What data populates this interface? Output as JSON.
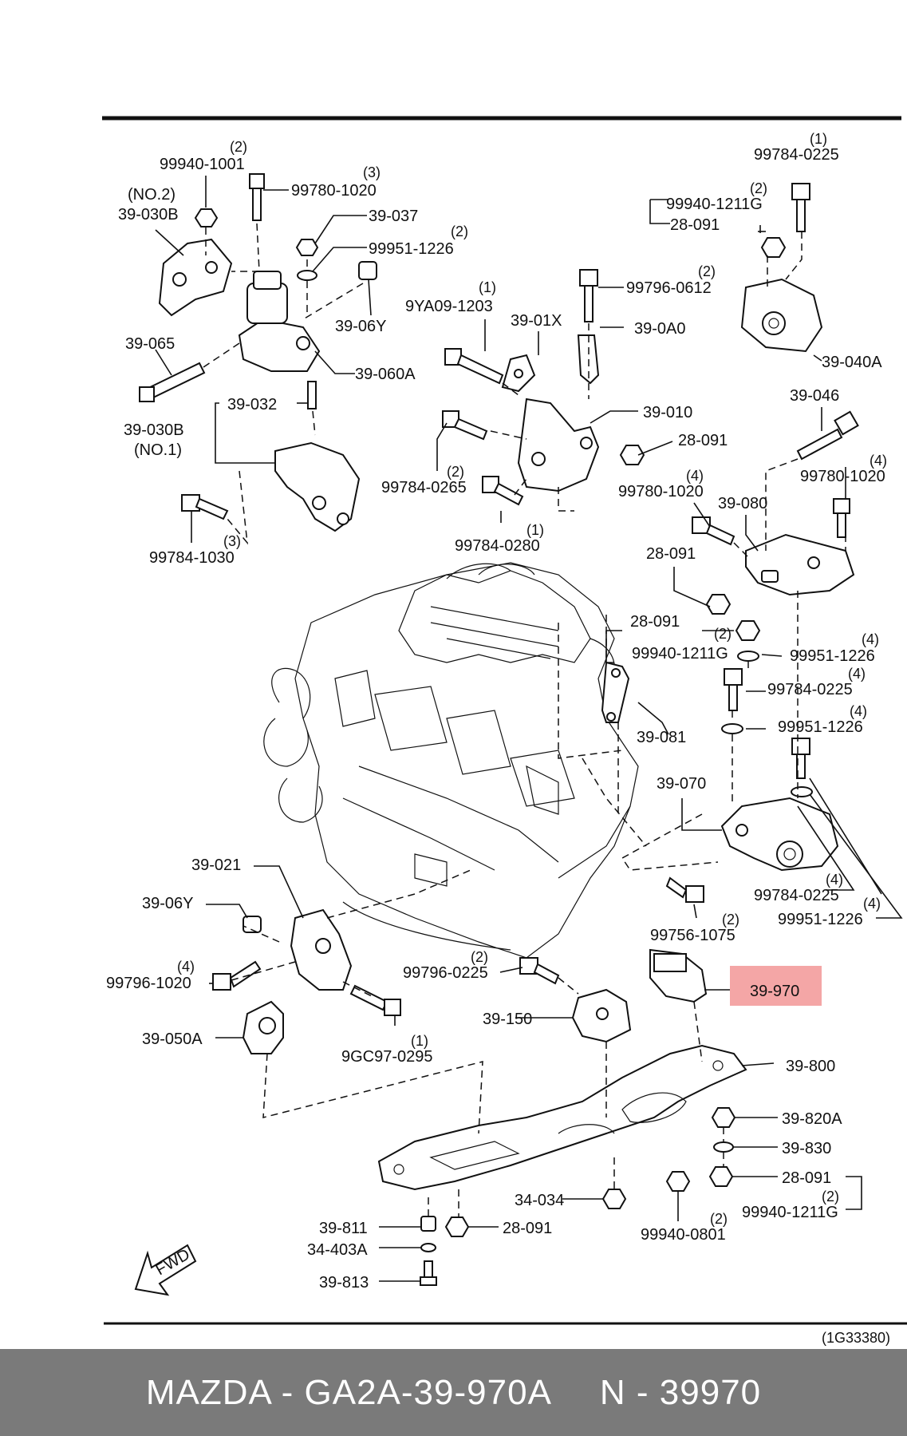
{
  "diagram": {
    "ref_code": "(1G33380)",
    "fwd_label": "FWD",
    "highlight_color": "#f4a6a6",
    "labels": [
      {
        "id": "l1",
        "text": "99940-1001"
      },
      {
        "id": "l2",
        "text": "(2)"
      },
      {
        "id": "l3",
        "text": "(NO.2)"
      },
      {
        "id": "l4",
        "text": "39-030B"
      },
      {
        "id": "l5",
        "text": "99780-1020"
      },
      {
        "id": "l6",
        "text": "(3)"
      },
      {
        "id": "l7",
        "text": "39-037"
      },
      {
        "id": "l8",
        "text": "99951-1226"
      },
      {
        "id": "l9",
        "text": "(2)"
      },
      {
        "id": "l10",
        "text": "39-06Y"
      },
      {
        "id": "l11",
        "text": "39-065"
      },
      {
        "id": "l12",
        "text": "39-060A"
      },
      {
        "id": "l13",
        "text": "39-032"
      },
      {
        "id": "l14",
        "text": "39-030B"
      },
      {
        "id": "l15",
        "text": "(NO.1)"
      },
      {
        "id": "l16",
        "text": "99784-1030"
      },
      {
        "id": "l17",
        "text": "(3)"
      },
      {
        "id": "l18",
        "text": "9YA09-1203"
      },
      {
        "id": "l19",
        "text": "(1)"
      },
      {
        "id": "l20",
        "text": "39-01X"
      },
      {
        "id": "l21",
        "text": "99796-0612"
      },
      {
        "id": "l22",
        "text": "(2)"
      },
      {
        "id": "l23",
        "text": "39-0A0"
      },
      {
        "id": "l24",
        "text": "39-010"
      },
      {
        "id": "l25",
        "text": "28-091"
      },
      {
        "id": "l26",
        "text": "99784-0265"
      },
      {
        "id": "l27",
        "text": "(2)"
      },
      {
        "id": "l28",
        "text": "99784-0280"
      },
      {
        "id": "l29",
        "text": "(1)"
      },
      {
        "id": "l30",
        "text": "99784-0225"
      },
      {
        "id": "l31",
        "text": "(1)"
      },
      {
        "id": "l32",
        "text": "99940-1211G"
      },
      {
        "id": "l33",
        "text": "(2)"
      },
      {
        "id": "l34",
        "text": "28-091"
      },
      {
        "id": "l35",
        "text": "39-040A"
      },
      {
        "id": "l36",
        "text": "39-046"
      },
      {
        "id": "l37",
        "text": "99780-1020"
      },
      {
        "id": "l38",
        "text": "(4)"
      },
      {
        "id": "l39",
        "text": "99780-1020"
      },
      {
        "id": "l40",
        "text": "(4)"
      },
      {
        "id": "l41",
        "text": "39-080"
      },
      {
        "id": "l42",
        "text": "28-091"
      },
      {
        "id": "l43",
        "text": "28-091"
      },
      {
        "id": "l44",
        "text": "(2)"
      },
      {
        "id": "l45",
        "text": "99940-1211G"
      },
      {
        "id": "l46",
        "text": "99951-1226"
      },
      {
        "id": "l47",
        "text": "(4)"
      },
      {
        "id": "l48",
        "text": "99784-0225"
      },
      {
        "id": "l49",
        "text": "(4)"
      },
      {
        "id": "l50",
        "text": "99951-1226"
      },
      {
        "id": "l51",
        "text": "(4)"
      },
      {
        "id": "l52",
        "text": "39-081"
      },
      {
        "id": "l53",
        "text": "39-070"
      },
      {
        "id": "l54",
        "text": "99784-0225"
      },
      {
        "id": "l55",
        "text": "(4)"
      },
      {
        "id": "l56",
        "text": "99951-1226"
      },
      {
        "id": "l57",
        "text": "(4)"
      },
      {
        "id": "l58",
        "text": "99756-1075"
      },
      {
        "id": "l59",
        "text": "(2)"
      },
      {
        "id": "l60",
        "text": "39-021"
      },
      {
        "id": "l61",
        "text": "39-06Y"
      },
      {
        "id": "l62",
        "text": "99796-1020"
      },
      {
        "id": "l63",
        "text": "(4)"
      },
      {
        "id": "l64",
        "text": "39-050A"
      },
      {
        "id": "l65",
        "text": "9GC97-0295"
      },
      {
        "id": "l66",
        "text": "(1)"
      },
      {
        "id": "l67",
        "text": "99796-0225"
      },
      {
        "id": "l68",
        "text": "(2)"
      },
      {
        "id": "l69",
        "text": "39-150"
      },
      {
        "id": "l70",
        "text": "39-970"
      },
      {
        "id": "l71",
        "text": "39-800"
      },
      {
        "id": "l72",
        "text": "39-820A"
      },
      {
        "id": "l73",
        "text": "39-830"
      },
      {
        "id": "l74",
        "text": "28-091"
      },
      {
        "id": "l75",
        "text": "99940-1211G"
      },
      {
        "id": "l76",
        "text": "(2)"
      },
      {
        "id": "l77",
        "text": "34-034"
      },
      {
        "id": "l78",
        "text": "99940-0801"
      },
      {
        "id": "l79",
        "text": "(2)"
      },
      {
        "id": "l80",
        "text": "39-811"
      },
      {
        "id": "l81",
        "text": "28-091"
      },
      {
        "id": "l82",
        "text": "34-403A"
      },
      {
        "id": "l83",
        "text": "39-813"
      }
    ]
  },
  "footer": {
    "part_title": "MAZDA - GA2A-39-970A",
    "part_number": "N - 39970"
  }
}
